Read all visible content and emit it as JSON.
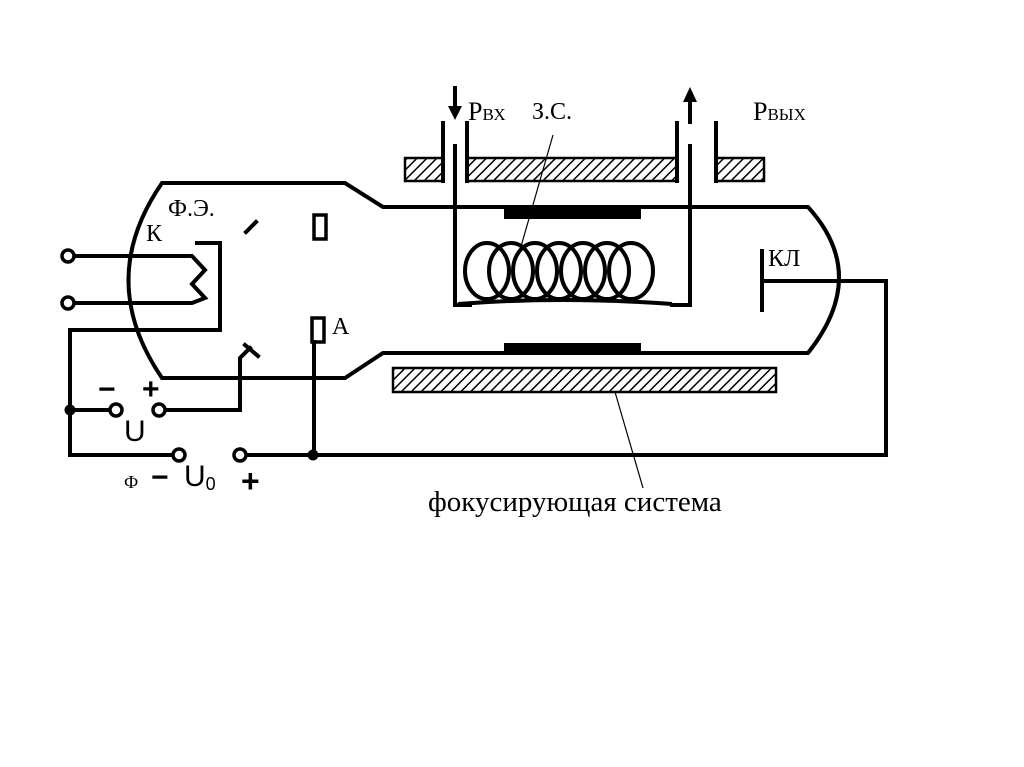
{
  "diagram": {
    "type": "klystron/TWT schematic",
    "colors": {
      "ink": "#000000",
      "background": "#ffffff"
    },
    "labels": {
      "p_in_main": "P",
      "p_in_sub": "ВХ",
      "p_out_main": "P",
      "p_out_sub": "ВЫХ",
      "slow_wave": "З.С.",
      "photo_element": "Ф.Э.",
      "cathode": "К",
      "anode": "А",
      "collector": "КЛ",
      "focusing": "фокусирующая система",
      "minus_u": "−",
      "plus_u": "+",
      "voltage_u": "U",
      "phi": "Ф",
      "minus_u0": "−",
      "voltage_u0_main": "U",
      "voltage_u0_sub": "0",
      "plus_u0": "+"
    }
  }
}
